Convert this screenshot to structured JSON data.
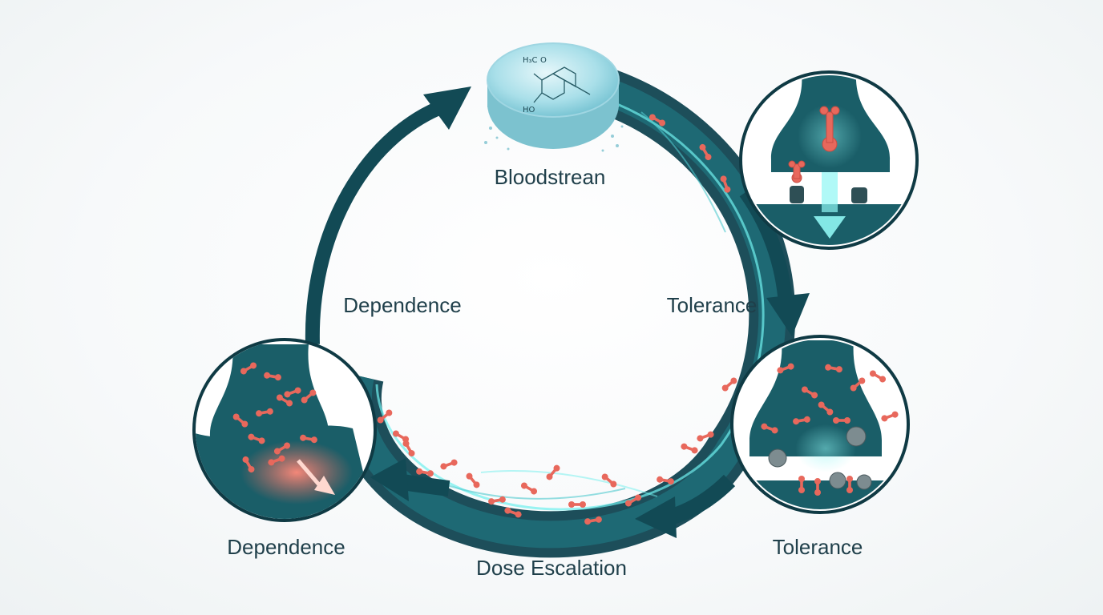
{
  "diagram": {
    "labels": {
      "bloodstream": "Bloodstrean",
      "tolerance_inner": "Tolerance",
      "dependence_inner": "Dependence",
      "tolerance_outer": "Tolerance",
      "dependence_outer": "Dependence",
      "dose_escalation": "Dose Escalation"
    },
    "pill": {
      "chem_top": "H₃C",
      "chem_top_suffix": "O",
      "chem_bottom": "HO"
    },
    "colors": {
      "ring_dark": "#124a55",
      "ring_mid": "#1f6f78",
      "glow": "#5fe0e0",
      "molecule": "#e8685c",
      "pill": "#bfe6ef",
      "text": "#1f3f4a"
    }
  }
}
